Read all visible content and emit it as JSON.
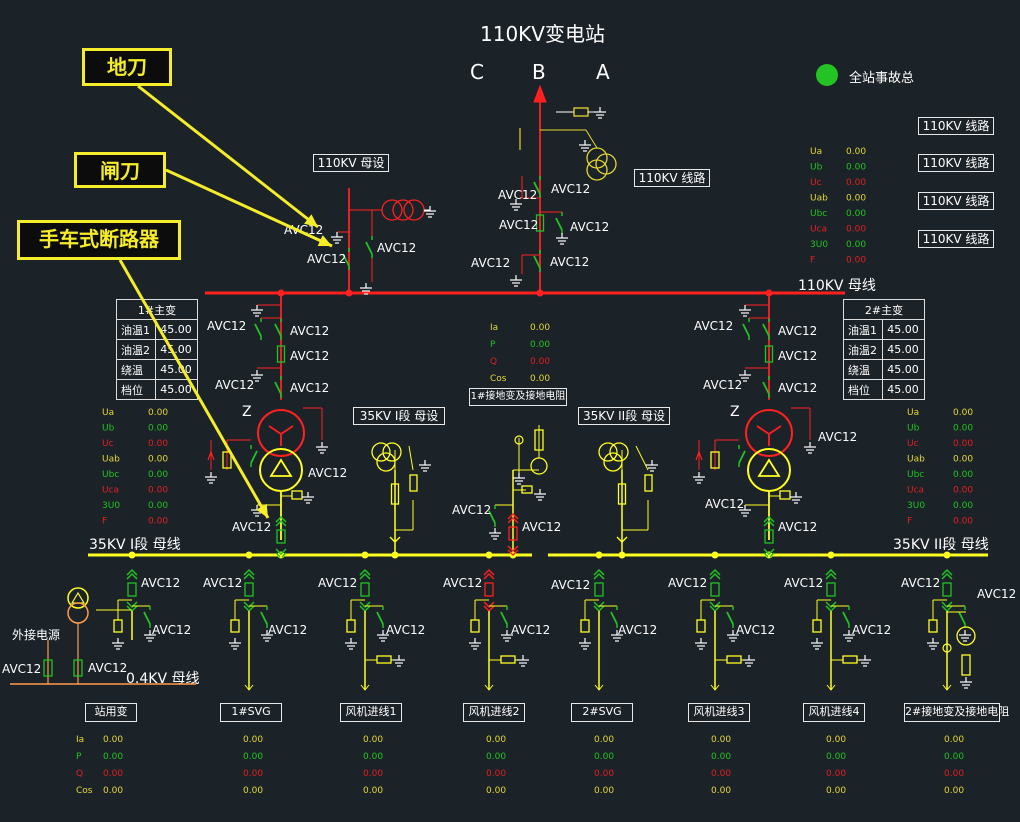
{
  "title": "110KV变电站",
  "phases": [
    "C",
    "B",
    "A"
  ],
  "alarm": {
    "label": "全站事故总",
    "color": "#22c322"
  },
  "callouts": {
    "ground_knife": "地刀",
    "gate_knife": "闸刀",
    "cart_breaker": "手车式断路器"
  },
  "line_buttons": [
    "110KV 线路",
    "110KV 线路",
    "110KV 线路",
    "110KV 线路"
  ],
  "line_label_center": "110KV 线路",
  "device_label": "AVC12",
  "bus_labels": {
    "bus110": "110KV 母线",
    "bus35_1": "35KV I段 母线",
    "bus35_2": "35KV II段 母线",
    "bus04": "0.4KV 母线"
  },
  "pt_labels": {
    "pt110": "110KV 母设",
    "pt35_1": "35KV I段 母设",
    "pt35_2": "35KV II段 母设",
    "grounding_center": "1#接地变及接地电阻"
  },
  "external_power": "外接电源",
  "z_label": "Z",
  "transformers": [
    {
      "title": "1#主变",
      "rows": [
        [
          "油温1",
          "45.00"
        ],
        [
          "油温2",
          "45.00"
        ],
        [
          "绕温",
          "45.00"
        ],
        [
          "档位",
          "45.00"
        ]
      ]
    },
    {
      "title": "2#主变",
      "rows": [
        [
          "油温1",
          "45.00"
        ],
        [
          "油温2",
          "45.00"
        ],
        [
          "绕温",
          "45.00"
        ],
        [
          "档位",
          "45.00"
        ]
      ]
    }
  ],
  "voltage_meas": {
    "labels": [
      "Ua",
      "Ub",
      "Uc",
      "Uab",
      "Ubc",
      "Uca",
      "3U0",
      "F"
    ],
    "colors": [
      "#e4d832",
      "#22c322",
      "#e02020",
      "#e4d832",
      "#22c322",
      "#e02020",
      "#22c322",
      "#e02020"
    ],
    "values": [
      "0.00",
      "0.00",
      "0.00",
      "0.00",
      "0.00",
      "0.00",
      "0.00",
      "0.00"
    ]
  },
  "power_meas_center": {
    "labels": [
      "Ia",
      "P",
      "Q",
      "Cos"
    ],
    "colors": [
      "#e4d832",
      "#22c322",
      "#e02020",
      "#e4d832"
    ],
    "values": [
      "0.00",
      "0.00",
      "0.00",
      "0.00"
    ]
  },
  "feeders": [
    {
      "name": "站用变",
      "values": [
        "0.00",
        "0.00",
        "0.00",
        "0.00"
      ]
    },
    {
      "name": "1#SVG",
      "values": [
        "0.00",
        "0.00",
        "0.00",
        "0.00"
      ]
    },
    {
      "name": "风机进线1",
      "values": [
        "0.00",
        "0.00",
        "0.00",
        "0.00"
      ]
    },
    {
      "name": "风机进线2",
      "values": [
        "0.00",
        "0.00",
        "0.00",
        "0.00"
      ]
    },
    {
      "name": "2#SVG",
      "values": [
        "0.00",
        "0.00",
        "0.00",
        "0.00"
      ]
    },
    {
      "name": "风机进线3",
      "values": [
        "0.00",
        "0.00",
        "0.00",
        "0.00"
      ]
    },
    {
      "name": "风机进线4",
      "values": [
        "0.00",
        "0.00",
        "0.00",
        "0.00"
      ]
    },
    {
      "name": "2#接地变及接地电阻",
      "values": [
        "0.00",
        "0.00",
        "0.00",
        "0.00"
      ]
    }
  ],
  "feeder_meas_labels": [
    "Ia",
    "P",
    "Q",
    "Cos"
  ],
  "colors": {
    "bus110": "#ff2020",
    "bus35": "#ffff22",
    "closed": "#22c322",
    "open": "#ff2020",
    "text": "#ffffff"
  }
}
